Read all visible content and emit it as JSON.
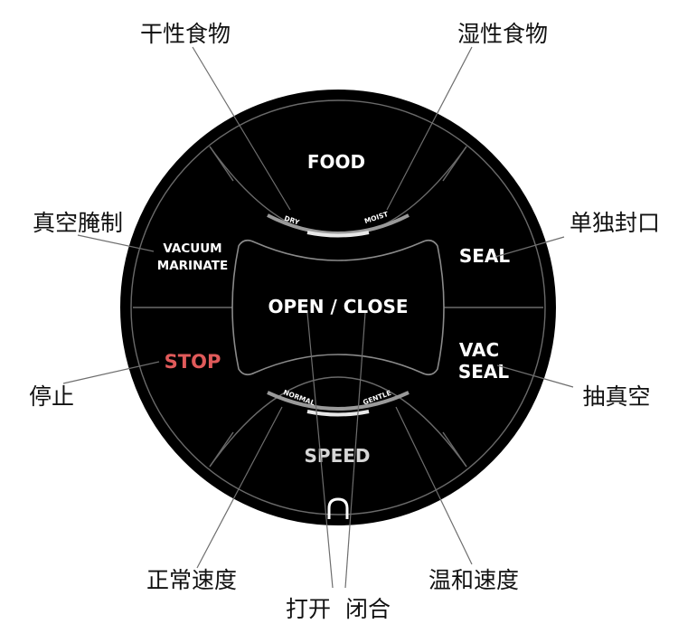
{
  "buttons": {
    "food": "FOOD",
    "food_dry": "DRY",
    "food_moist": "MOIST",
    "vacuum_marinate_line1": "VACUUM",
    "vacuum_marinate_line2": "MARINATE",
    "seal": "SEAL",
    "open_close": "OPEN / CLOSE",
    "stop": "STOP",
    "vac_seal_line1": "VAC",
    "vac_seal_line2": "SEAL",
    "speed": "SPEED",
    "speed_normal": "NORMAL",
    "speed_gentle": "GENTLE"
  },
  "callouts": {
    "dry_food": "干性食物",
    "moist_food": "湿性食物",
    "vacuum_marinate": "真空腌制",
    "seal_only": "单独封口",
    "stop": "停止",
    "vacuum": "抽真空",
    "normal_speed": "正常速度",
    "gentle_speed": "温和速度",
    "open_close": "打开  闭合"
  },
  "colors": {
    "panel": "#000000",
    "stop_text": "#e05a5a",
    "speed_text": "#d6d6d6",
    "indicator_track": "#9a9a9a",
    "indicator_active": "#e8e8e8"
  }
}
